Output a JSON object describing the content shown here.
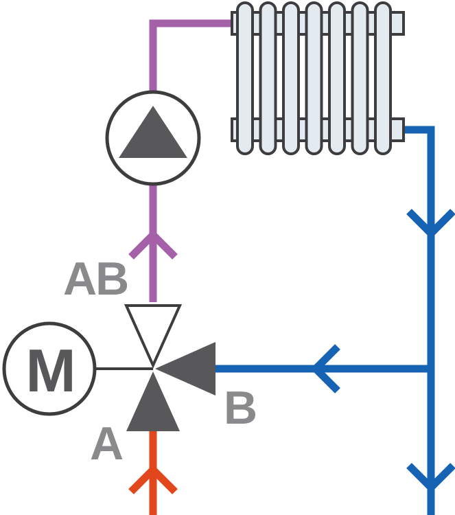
{
  "labels": {
    "ab": "AB",
    "a": "A",
    "b": "B",
    "motor": "M"
  },
  "colors": {
    "supply_pipe": "#a561a8",
    "return_pipe": "#1663b4",
    "inlet_pipe": "#e2461c",
    "valve_gray": "#58585a",
    "outline": "#3d3d3f",
    "radiator_fill": "#e3ebf0",
    "label_gray": "#8a8a8c"
  },
  "icons": {
    "pump": "circulation-pump-icon",
    "motor": "valve-motor-icon",
    "valve": "three-way-mixing-valve-icon",
    "radiator": "radiator-icon"
  }
}
